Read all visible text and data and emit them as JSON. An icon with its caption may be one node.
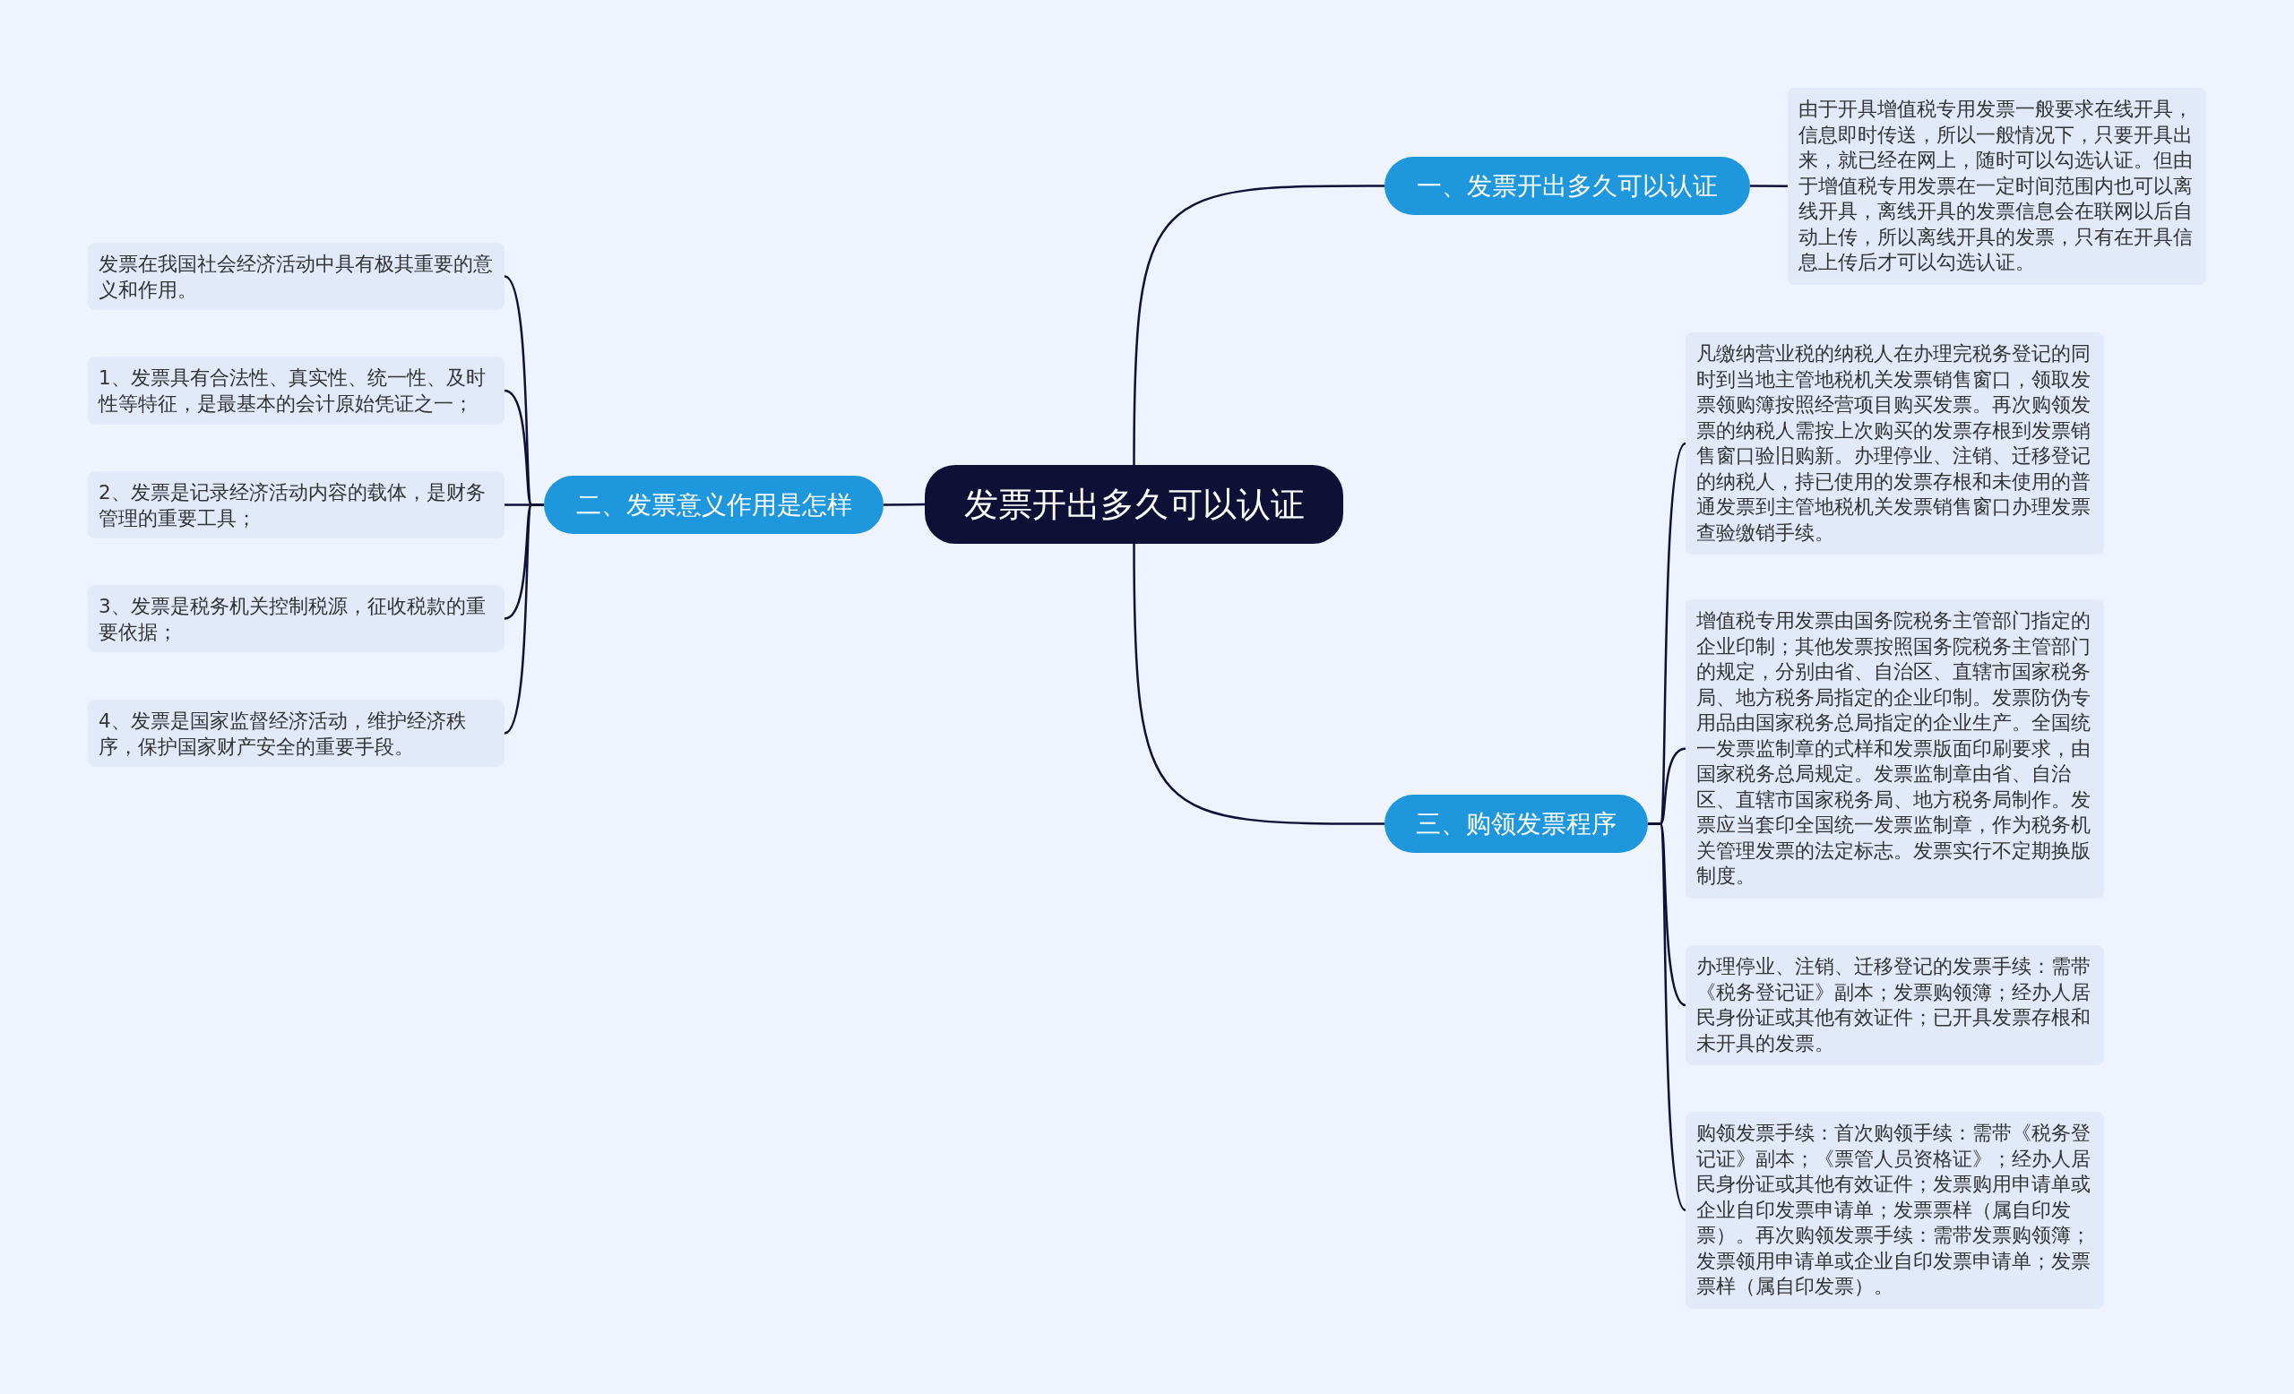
{
  "diagram": {
    "nodes": [
      {
        "text": [
          "发票开出多久可以认证"
        ]
      },
      {
        "text": [
          "一、发票开出多久可以认证"
        ]
      },
      {
        "text": [
          "由于开具增值税专用发票一般要求在线开具，信息即时传送，所以一般情况下，只要开具出来，就已经在网上，随时可以勾选认证。但由于增值税专用发票在一定时间范围内也可以离线开具，离线开具的发票信息会在联网以后自动上传，所以离线开具的发票，只有在开具信息上传后才可以勾选认证。"
        ]
      },
      {
        "text": [
          "二、发票意义作用是怎样"
        ]
      },
      {
        "text": [
          "发票在我国社会经济活动中具有极其重要的意义和作用。"
        ]
      },
      {
        "text": [
          "1、发票具有合法性、真实性、统一性、及时性等特征，是最基本的会计原始凭证之一；"
        ]
      },
      {
        "text": [
          "2、发票是记录经济活动内容的载体，是财务管理的重要工具；"
        ]
      },
      {
        "text": [
          "3、发票是税务机关控制税源，征收税款的重要依据；"
        ]
      },
      {
        "text": [
          "4、发票是国家监督经济活动，维护经济秩序，保护国家财产安全的重要手段。"
        ]
      },
      {
        "text": [
          "三、购领发票程序"
        ]
      },
      {
        "text": [
          "凡缴纳营业税的纳税人在办理完税务登记的同时到当地主管地税机关发票销售窗口，领取发票领购簿按照经营项目购买发票。再次购领发票的纳税人需按上次购买的发票存根到发票销售窗口验旧购新。办理停业、注销、迁移登记的纳税人，持已使用的发票存根和未使用的普通发票到主管地税机关发票销售窗口办理发票查验缴销手续。"
        ]
      },
      {
        "text": [
          "增值税专用发票由国务院税务主管部门指定的企业印制；其他发票按照国务院税务主管部门的规定，分别由省、自治区、直辖市国家税务局、地方税务局指定的企业印制。发票防伪专用品由国家税务总局指定的企业生产。全国统一发票监制章的式样和发票版面印刷要求，由国家税务总局规定。发票监制章由省、自治区、直辖市国家税务局、地方税务局制作。发票应当套印全国统一发票监制章，作为税务机关管理发票的法定标志。发票实行不定期换版制度。"
        ]
      },
      {
        "text": [
          "办理停业、注销、迁移登记的发票手续：需带《税务登记证》副本；发票购领簿；经办人居民身份证或其他有效证件；已开具发票存根和未开具的发票。"
        ]
      },
      {
        "text": [
          "购领发票手续：首次购领手续：需带《税务登记证》副本；《票管人员资格证》；经办人居民身份证或其他有效证件；发票购用申请单或企业自印发票申请单；发票票样（属自印发票）。再次购领发票手续：需带发票购领簿；发票领用申请单或企业自印发票申请单；发票票样（属自印发票）。"
        ]
      }
    ],
    "edges": [
      {
        "from": 0,
        "to": 1,
        "arrow": "none"
      },
      {
        "from": 1,
        "to": 2,
        "arrow": "none"
      },
      {
        "from": 0,
        "to": 3,
        "arrow": "none"
      },
      {
        "from": 3,
        "to": 4,
        "arrow": "none"
      },
      {
        "from": 3,
        "to": 5,
        "arrow": "none"
      },
      {
        "from": 3,
        "to": 6,
        "arrow": "none"
      },
      {
        "from": 3,
        "to": 7,
        "arrow": "none"
      },
      {
        "from": 3,
        "to": 8,
        "arrow": "none"
      },
      {
        "from": 0,
        "to": 9,
        "arrow": "none"
      },
      {
        "from": 9,
        "to": 10,
        "arrow": "none"
      },
      {
        "from": 9,
        "to": 11,
        "arrow": "none"
      },
      {
        "from": 9,
        "to": 12,
        "arrow": "none"
      },
      {
        "from": 9,
        "to": 13,
        "arrow": "none"
      }
    ]
  }
}
